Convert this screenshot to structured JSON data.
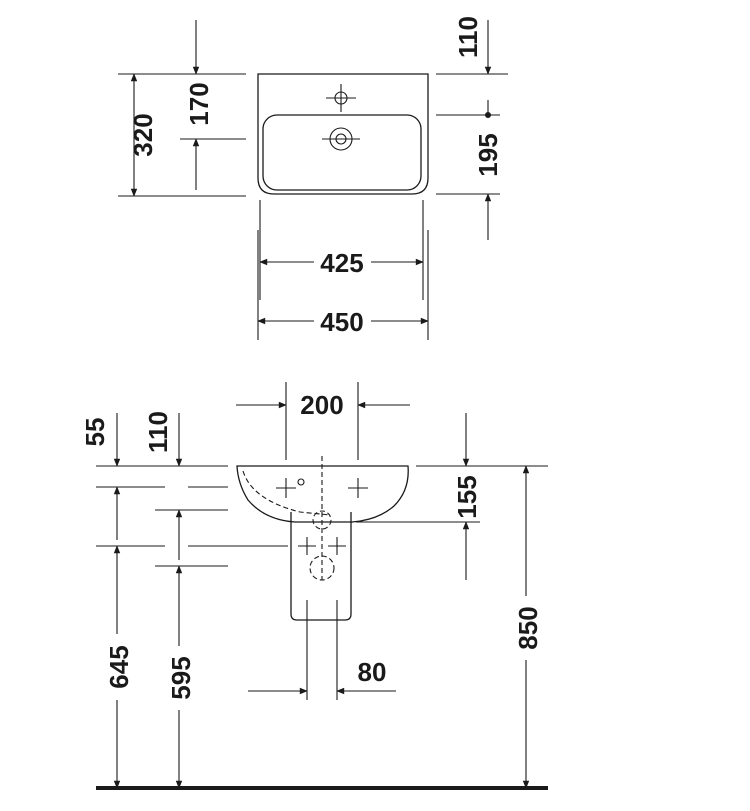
{
  "top_view": {
    "dimensions": {
      "basin_depth": "320",
      "tap_to_back": "170",
      "top_offset": "110",
      "bowl_depth": "195",
      "inner_width": "425",
      "outer_width": "450"
    }
  },
  "side_view": {
    "dimensions": {
      "pedestal_width": "200",
      "rim_55": "55",
      "rim_110": "110",
      "trap_155": "155",
      "height_645": "645",
      "height_595": "595",
      "spacing_80": "80",
      "total_height": "850"
    }
  },
  "colors": {
    "line": "#1a1a1a",
    "background": "#ffffff"
  }
}
